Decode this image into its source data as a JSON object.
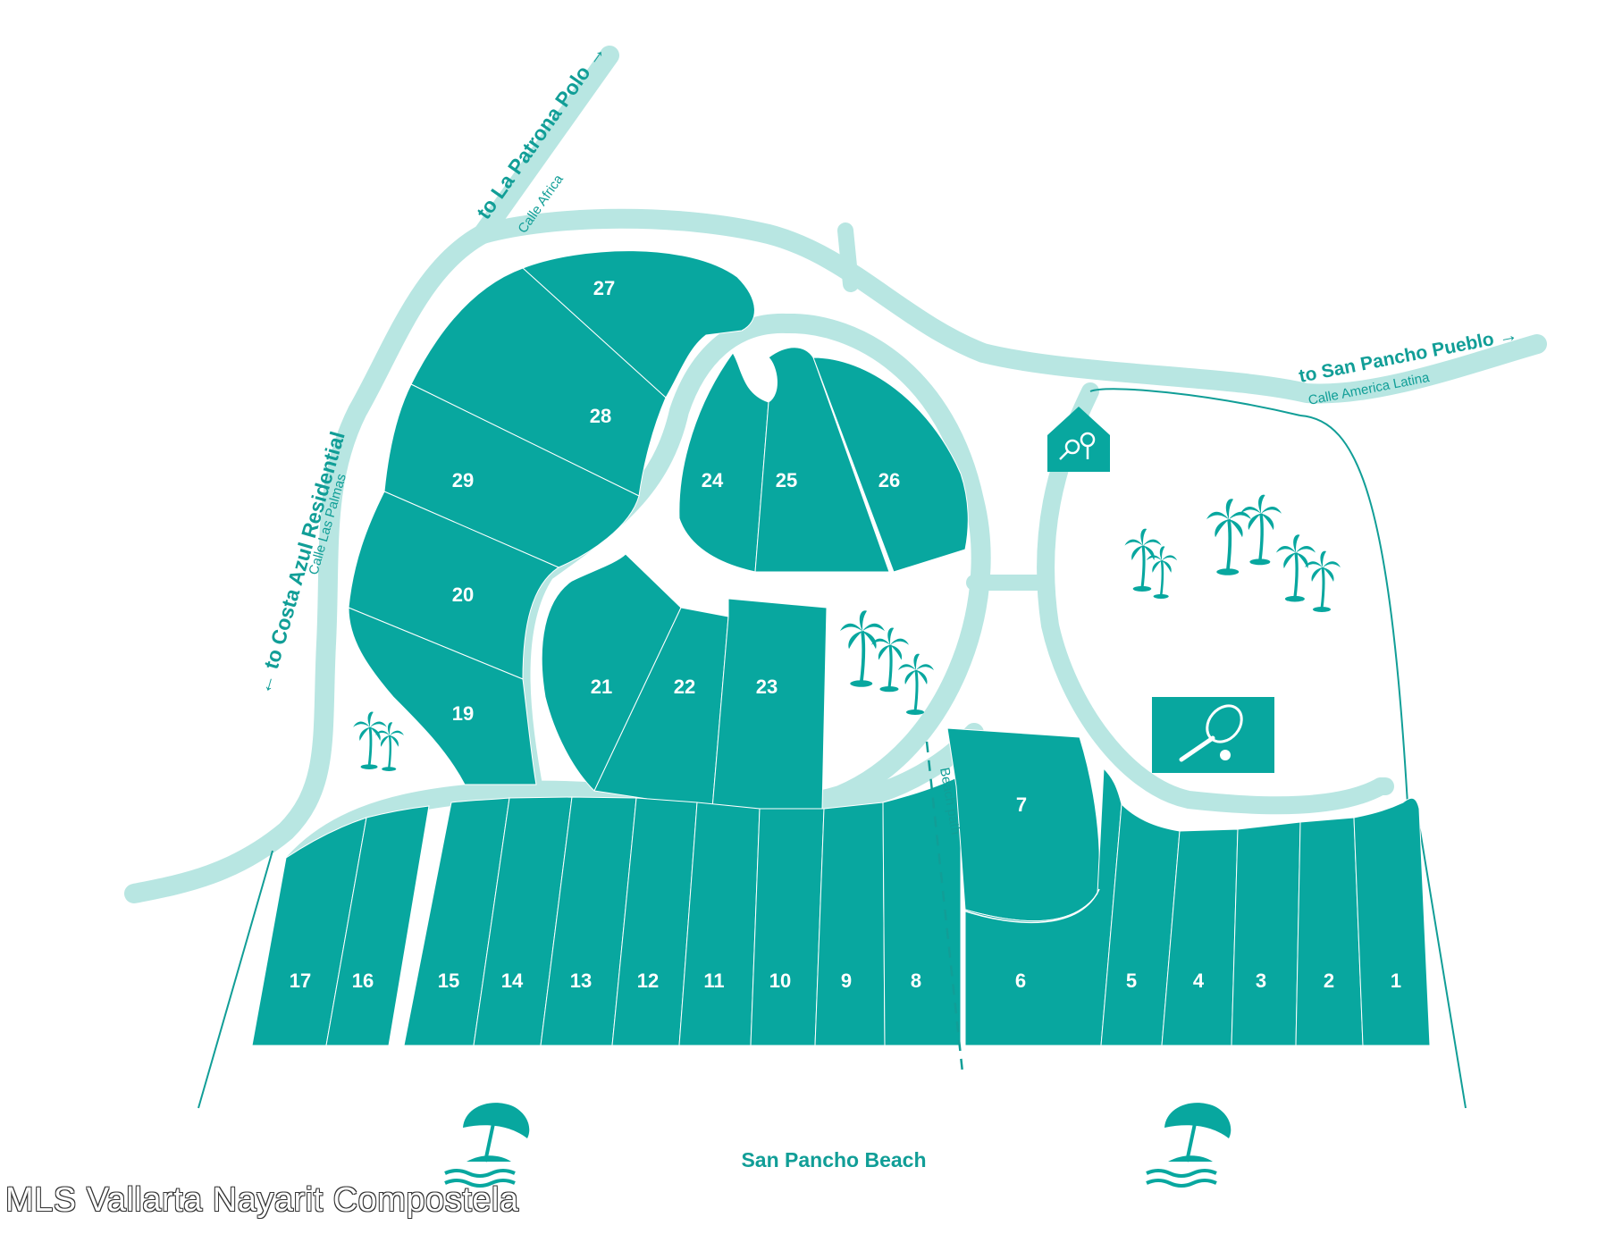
{
  "colors": {
    "lot": "#08a79f",
    "road": "#b8e6e2",
    "text": "#119e97",
    "outline": "#119e97"
  },
  "labels": {
    "to_patrona": "to La Patrona Polo",
    "calle_africa": "Calle Africa",
    "to_costa_azul": "to Costa Azul Residential",
    "calle_las_palmas": "Calle Las Palmas",
    "to_san_pancho": "to San Pancho Pueblo",
    "calle_america_latina": "Calle America Latina",
    "beach_path": "Beach path",
    "beach": "San Pancho Beach",
    "watermark": "MLS Vallarta Nayarit Compostela"
  },
  "arrow_glyphs": {
    "right": "→",
    "left": "←"
  },
  "lots": [
    "1",
    "2",
    "3",
    "4",
    "5",
    "6",
    "7",
    "8",
    "9",
    "10",
    "11",
    "12",
    "13",
    "14",
    "15",
    "16",
    "17",
    "19",
    "20",
    "21",
    "22",
    "23",
    "24",
    "25",
    "26",
    "27",
    "28",
    "29"
  ],
  "icons": [
    "palm-trees-icon",
    "tennis-court-icon",
    "house-keys-icon",
    "beach-umbrella-icon"
  ]
}
